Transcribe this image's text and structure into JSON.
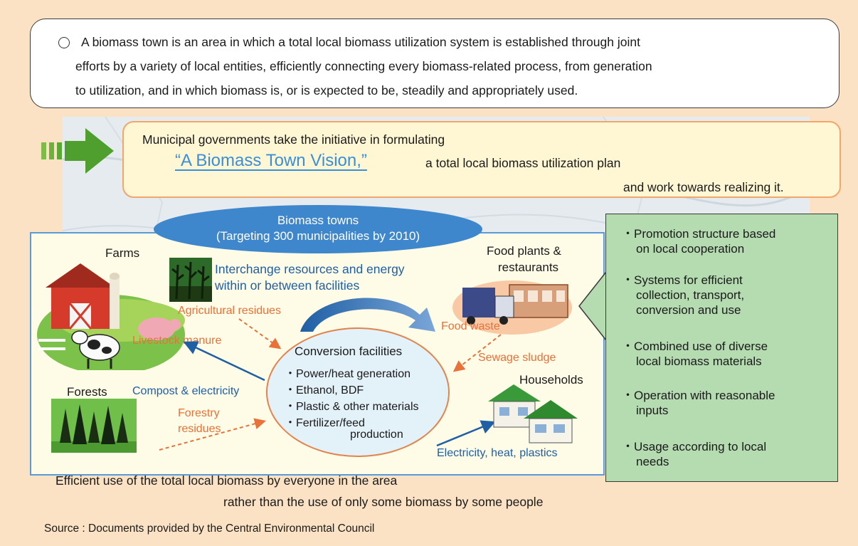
{
  "definition": {
    "lines": [
      "A biomass town is an area in which a total local biomass utilization system is established through joint",
      "efforts by  a variety of local entities, efficiently connecting every biomass-related process, from generation",
      "to utilization, and in which biomass is, or is expected to be, steadily and appropriately used."
    ]
  },
  "initiative": {
    "line1": "Municipal governments take the initiative in formulating",
    "vision_title": "“A Biomass Town Vision,”",
    "vision_rest": "a total local biomass utilization plan",
    "line3": "and work towards realizing it."
  },
  "banner": {
    "title": "Biomass towns",
    "subtitle": "(Targeting 300 municipalities by 2010)"
  },
  "nodes": {
    "farms": "Farms",
    "forests": "Forests",
    "food_plants": [
      "Food plants &",
      "restaurants"
    ],
    "households": "Households"
  },
  "flows": {
    "interchange": [
      "Interchange resources and energy",
      "within or between facilities"
    ],
    "agricultural_residues": "Agricultural residues",
    "livestock_manure": "Livestock manure",
    "food_waste": "Food waste",
    "sewage_sludge": "Sewage sludge",
    "compost_electricity": "Compost & electricity",
    "forestry_residues": [
      "Forestry",
      "residues"
    ],
    "electricity_heat_plastics": "Electricity, heat, plastics"
  },
  "conversion": {
    "title": "Conversion facilities",
    "items": [
      "・Power/heat generation",
      "・Ethanol, BDF",
      "・Plastic & other materials",
      "・Fertilizer/feed"
    ],
    "last_line": "production"
  },
  "features": [
    [
      "・Promotion structure based",
      "on local cooperation"
    ],
    [
      "・Systems for efficient",
      "collection, transport,",
      "conversion and use"
    ],
    [
      "・Combined use of diverse",
      "local biomass materials"
    ],
    [
      "・Operation with reasonable",
      "inputs"
    ],
    [
      "・Usage according to local",
      "needs"
    ]
  ],
  "footer": {
    "line1": "Efficient use of the total local biomass by everyone in the area",
    "line2": "rather than the use of only some biomass by some people",
    "source": "Source : Documents provided by the Central Environmental Council"
  },
  "colors": {
    "background": "#fce2c4",
    "panel_border": "#5a9ad8",
    "initiative_border": "#f2a66a",
    "green_box": "#b5dbb1",
    "banner": "#3f87cc",
    "orange_text": "#e8723a",
    "blue_text": "#1f5fa4"
  }
}
